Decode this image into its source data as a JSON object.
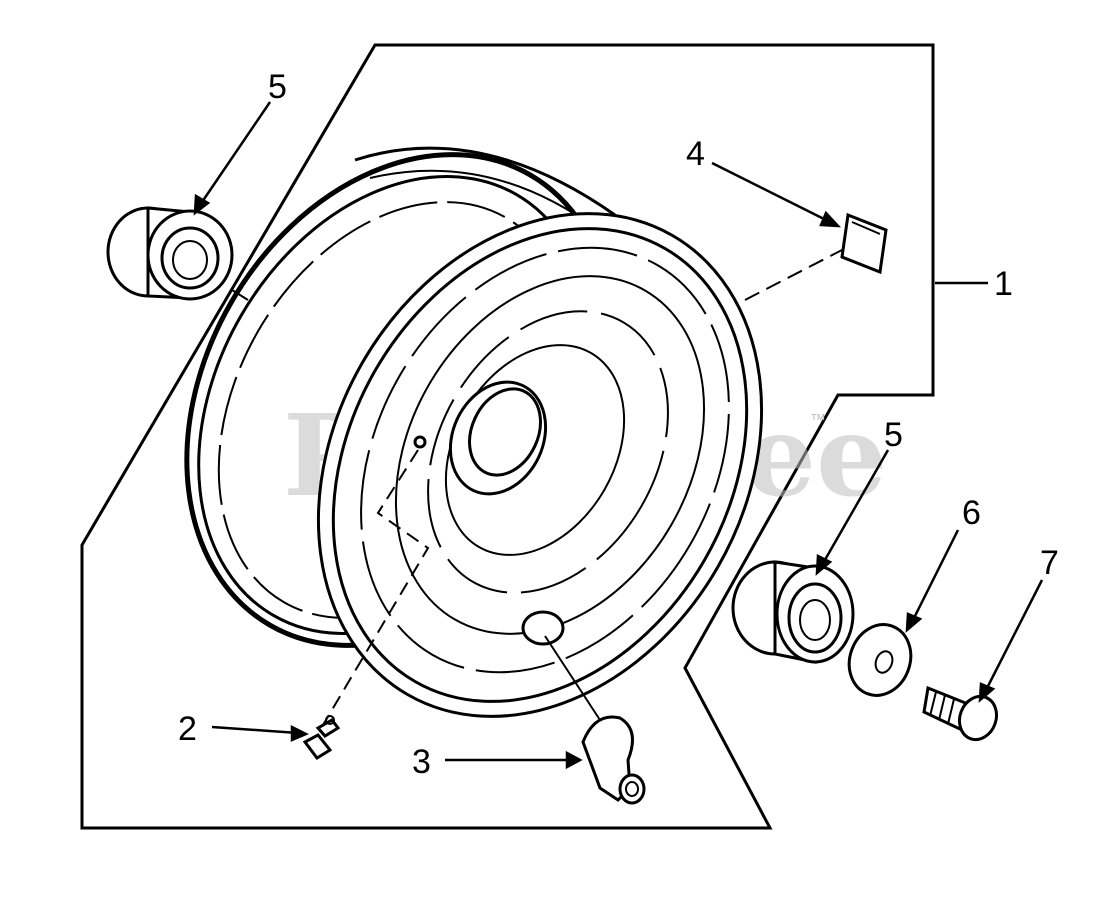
{
  "watermark": {
    "text": "PartsTree",
    "trademark": "™"
  },
  "callouts": [
    {
      "id": "frame",
      "label": "1"
    },
    {
      "id": "grease-fitting",
      "label": "2"
    },
    {
      "id": "valve-stem",
      "label": "3"
    },
    {
      "id": "tire-decal",
      "label": "4"
    },
    {
      "id": "bearing-left",
      "label": "5"
    },
    {
      "id": "bearing-right",
      "label": "5"
    },
    {
      "id": "washer",
      "label": "6"
    },
    {
      "id": "bolt",
      "label": "7"
    }
  ]
}
